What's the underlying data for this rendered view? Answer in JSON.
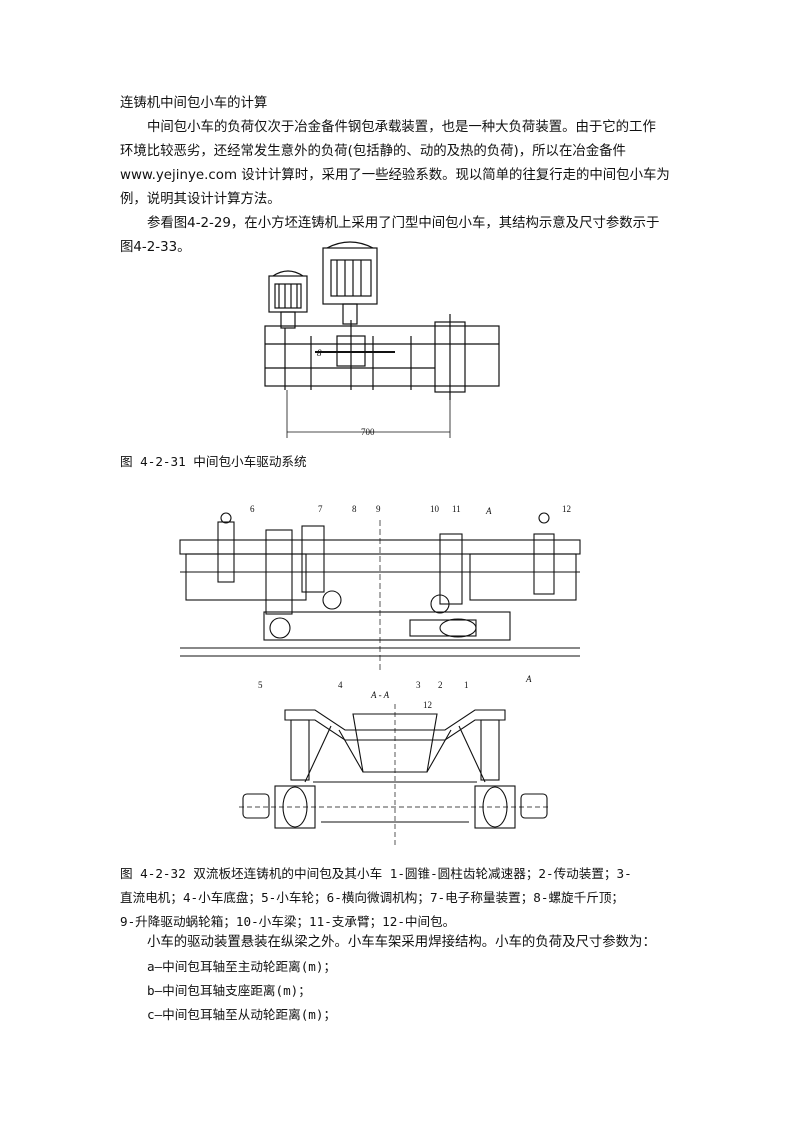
{
  "doc": {
    "title": "连铸机中间包小车的计算",
    "intro_lines": [
      "中间包小车的负荷仅次于冶金备件钢包承载装置，也是一种大负荷装置。由于它的工作",
      "环境比较恶劣，还经常发生意外的负荷(包括静的、动的及热的负荷)，所以在冶金备件",
      "www.yejinye.com 设计计算时，采用了一些经验系数。现以简单的往复行走的中间包小车为",
      "例，说明其设计计算方法。"
    ],
    "para2_lines": [
      "参看图4-2-29，在小方坯连铸机上采用了门型中间包小车，其结构示意及尺寸参数示于",
      "图4-2-33。"
    ],
    "fig31": {
      "caption": "图 4-2-31 中间包小车驱动系统",
      "dim_label": "700",
      "mark_label": "8"
    },
    "fig32": {
      "numbers_top": [
        "6",
        "7",
        "8",
        "9",
        "10",
        "11",
        "12"
      ],
      "numbers_bottom": [
        "5",
        "4",
        "3",
        "2",
        "1"
      ],
      "section_mark": "A",
      "section_title": "A - A",
      "section_number": "12",
      "caption_lines": [
        "图 4-2-32 双流板坯连铸机的中间包及其小车 1-圆锥-圆柱齿轮减速器；2-传动装置；3-",
        "直流电机；4-小车底盘；5-小车轮；6-横向微调机构；7-电子称量装置；8-螺旋千斤顶；",
        "9-升降驱动蜗轮箱；10-小车梁；11-支承臂；12-中间包。"
      ]
    },
    "para3": "小车的驱动装置悬装在纵梁之外。小车车架采用焊接结构。小车的负荷及尺寸参数为：",
    "list": [
      "a—中间包耳轴至主动轮距离(m)；",
      "b—中间包耳轴支座距离(m)；",
      "c—中间包耳轴至从动轮距离(m)；"
    ]
  }
}
